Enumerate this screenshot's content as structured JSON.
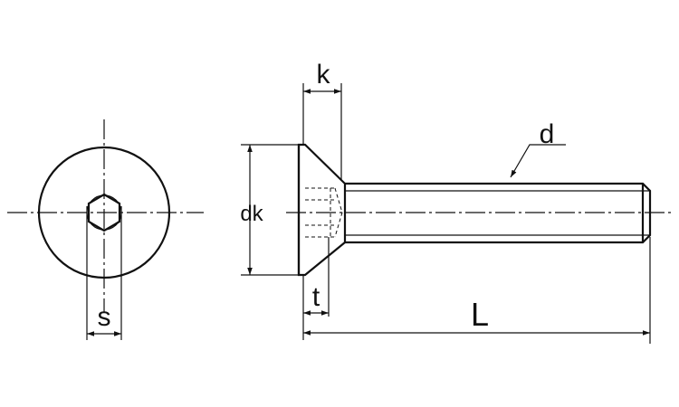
{
  "labels": {
    "k": "k",
    "d": "d",
    "dk": "dk",
    "t": "t",
    "L": "L",
    "s": "s"
  },
  "colors": {
    "line": "#111111",
    "background": "#ffffff"
  }
}
